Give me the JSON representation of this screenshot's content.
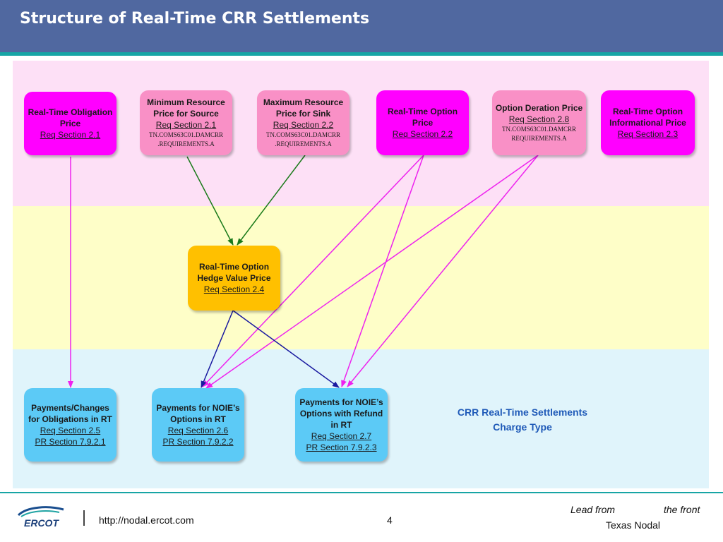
{
  "slide": {
    "title": "Structure of Real-Time CRR Settlements",
    "footer": {
      "url": "http://nodal.ercot.com",
      "page": "4",
      "tagline_a": "Lead from",
      "tagline_b": "the front",
      "tagline_c": "Texas Nodal",
      "logo_text": "ERCOT"
    }
  },
  "diagram": {
    "nodes": {
      "rt_obligation": {
        "line1": "Real-Time Obligation",
        "line2": "Price",
        "ref": "Req Section 2.1"
      },
      "min_resource": {
        "line1": "Minimum Resource",
        "line2": "Price for Source",
        "ref": "Req Section 2.1",
        "tn1": "TN.COMS63C01.DAMCRR",
        "tn2": ".REQUIREMENTS.A"
      },
      "max_resource": {
        "line1": "Maximum Resource",
        "line2": "Price for Sink",
        "ref": "Req Section 2.2",
        "tn1": "TN.COMS63C01.DAMCRR",
        "tn2": ".REQUIREMENTS.A"
      },
      "rt_option": {
        "line1": "Real-Time Option",
        "line2": "Price",
        "ref": "Req Section 2.2"
      },
      "option_deration": {
        "line1": "Option Deration Price",
        "ref": "Req Section 2.8",
        "tn1": "TN.COMS63C01.DAMCRR",
        "tn2": "REQUIREMENTS.A"
      },
      "rt_option_info": {
        "line1": "Real-Time Option",
        "line2": "Informational Price",
        "ref": "Req Section 2.3"
      },
      "hedge_value": {
        "line1": "Real-Time Option",
        "line2": "Hedge Value Price",
        "ref": "Req Section 2.4"
      },
      "pay_obligations": {
        "line1": "Payments/Changes",
        "line2": "for Obligations in RT",
        "ref": "Req Section 2.5",
        "ref2": "PR Section 7.9.2.1"
      },
      "pay_noie_options": {
        "line1": "Payments for NOIE’s",
        "line2": "Options in RT",
        "ref": "Req Section 2.6",
        "ref2": "PR Section 7.9.2.2"
      },
      "pay_noie_refund": {
        "line1": "Payments for NOIE’s",
        "line2": "Options with Refund",
        "line3": "in RT",
        "ref": "Req Section 2.7",
        "ref2": "PR Section 7.9.2.3"
      }
    },
    "legend": {
      "line1": "CRR Real-Time Settlements",
      "line2": "Charge Type"
    },
    "colors": {
      "header": "#5068a0",
      "accent_line": "#17a5a5",
      "pink_band": "#fde0f6",
      "yellow_band": "#fefec8",
      "blue_band": "#e0f4fb",
      "magenta_node": "#ff00ff",
      "pink_node": "#f990c6",
      "orange_node": "#ffc000",
      "cyan_node": "#5ccaf6",
      "legend_text": "#1f5ab8",
      "arrow_magenta": "#ee22ee",
      "arrow_green": "#1a7a1a",
      "arrow_blue": "#1a1aa0"
    }
  }
}
